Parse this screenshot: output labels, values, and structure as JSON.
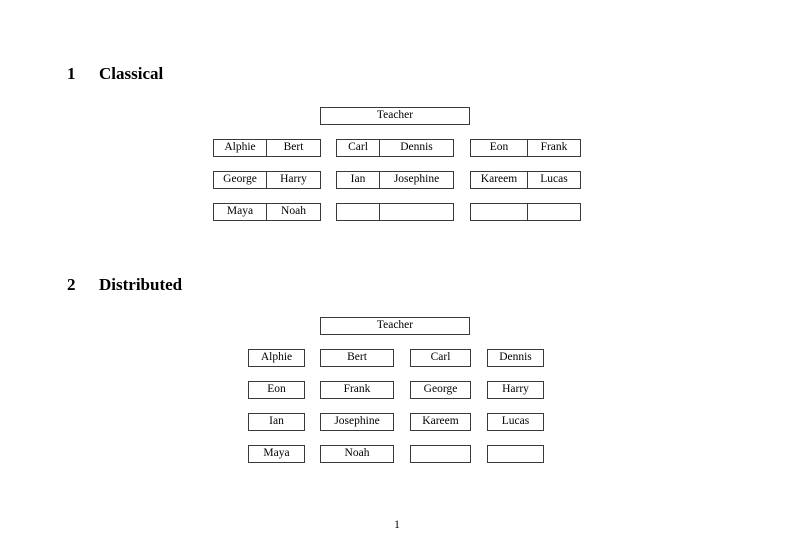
{
  "document": {
    "page_number": "1",
    "background_color": "#ffffff",
    "text_color": "#000000",
    "border_color": "#3a3a3a"
  },
  "sections": [
    {
      "number": "1",
      "title": "Classical",
      "teacher_label": "Teacher",
      "groups": [
        {
          "name": "group-a",
          "rows": [
            [
              "Alphie",
              "Bert"
            ],
            [
              "George",
              "Harry"
            ],
            [
              "Maya",
              "Noah"
            ]
          ]
        },
        {
          "name": "group-b",
          "rows": [
            [
              "Carl",
              "Dennis"
            ],
            [
              "Ian",
              "Josephine"
            ],
            [
              "",
              ""
            ]
          ]
        },
        {
          "name": "group-c",
          "rows": [
            [
              "Eon",
              "Frank"
            ],
            [
              "Kareem",
              "Lucas"
            ],
            [
              "",
              ""
            ]
          ]
        }
      ]
    },
    {
      "number": "2",
      "title": "Distributed",
      "teacher_label": "Teacher",
      "rows": [
        [
          "Alphie",
          "Bert",
          "Carl",
          "Dennis"
        ],
        [
          "Eon",
          "Frank",
          "George",
          "Harry"
        ],
        [
          "Ian",
          "Josephine",
          "Kareem",
          "Lucas"
        ],
        [
          "Maya",
          "Noah",
          "",
          ""
        ]
      ]
    }
  ]
}
